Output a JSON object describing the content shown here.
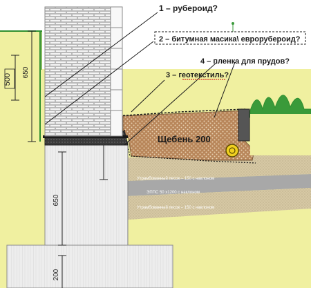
{
  "labels": {
    "l1": "1 – рубероид?",
    "l2": "2 – битумная масика\\ еврорубероид?",
    "l4": "4 – пленка для прудов?",
    "l3": "3 – геотекстиль?",
    "gravel": "Щебень 200"
  },
  "layers": {
    "sand_top": "Утрамбованный песок – 150 с наклоном",
    "epps": "ЭППС 50 х1200 с наклоном",
    "sand_bottom": "Утрамбованный песок – 150 с наклоном"
  },
  "dimensions": {
    "d500": "500",
    "d650_top": "650",
    "d650_bottom": "650",
    "d200": "200"
  },
  "colors": {
    "sky": "#ffffff",
    "ground": "#f0f0a0",
    "brick_wall": "#d8d8d8",
    "foundation": "#eeeeee",
    "gravel": "#b8865a",
    "sand": "#c8b890",
    "epps": "#a8a8a8",
    "accent_green": "#3a9a3a",
    "drain_pipe": "#f0d020",
    "annotation_red": "#cc0000"
  }
}
